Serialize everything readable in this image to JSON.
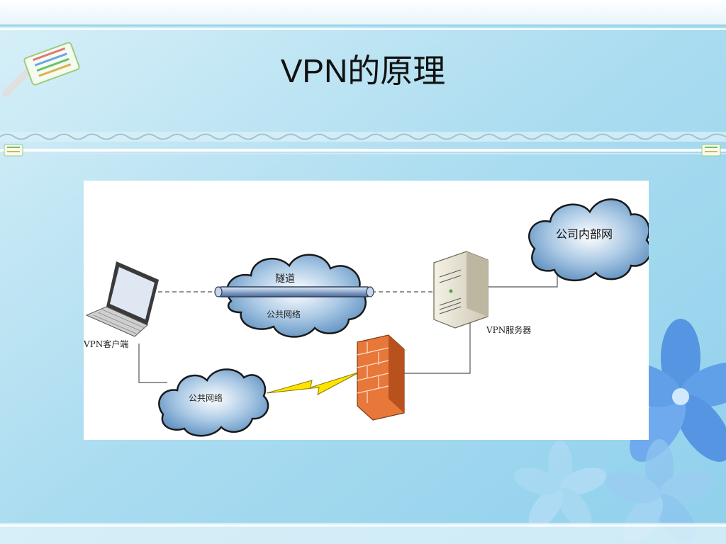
{
  "slide": {
    "title": "VPN的原理"
  },
  "diagram": {
    "client_label": "VPN客户端",
    "server_label": "VPN服务器",
    "tunnel_label": "隧道",
    "public_net_label_top": "公共网络",
    "public_net_label_bottom": "公共网络",
    "intranet_label": "公司内部网"
  },
  "colors": {
    "background": "#bfe4f3",
    "cloud": "#6f9fc6",
    "firewall": "#f08a3c",
    "lightning": "#ffe400"
  }
}
